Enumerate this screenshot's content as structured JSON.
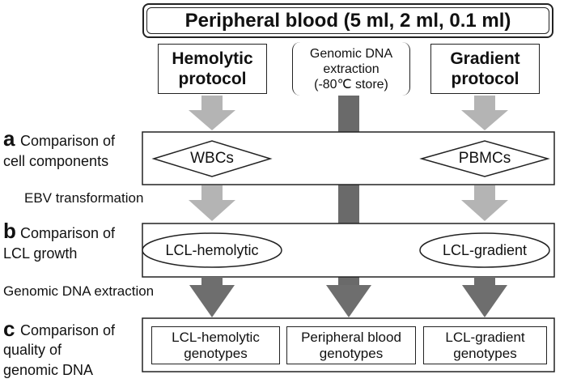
{
  "title": "Peripheral blood (5 ml, 2 ml, 0.1 ml)",
  "protocols": {
    "hemolytic": [
      "Hemolytic",
      "protocol"
    ],
    "genomic": [
      "Genomic DNA",
      "extraction",
      "(-80℃ store)"
    ],
    "gradient": [
      "Gradient",
      "protocol"
    ]
  },
  "sections": {
    "a": {
      "letter": "a",
      "lines": [
        "Comparison of",
        "cell components"
      ]
    },
    "b": {
      "letter": "b",
      "lines": [
        "Comparison of",
        "LCL growth"
      ]
    },
    "c": {
      "letter": "c",
      "lines": [
        "Comparison of",
        "quality of",
        "genomic DNA"
      ]
    }
  },
  "cells": {
    "left": "WBCs",
    "right": "PBMCs"
  },
  "steps": {
    "ebv": "EBV transformation",
    "dna": "Genomic DNA extraction"
  },
  "lcl": {
    "left": "LCL-hemolytic",
    "right": "LCL-gradient"
  },
  "genotypes": {
    "left": [
      "LCL-hemolytic",
      "genotypes"
    ],
    "middle": [
      "Peripheral blood",
      "genotypes"
    ],
    "right": [
      "LCL-gradient",
      "genotypes"
    ]
  },
  "colors": {
    "light_arrow": "#b4b4b4",
    "dark_arrow": "#6e6e6e",
    "mid_bar": "#6a6a6a",
    "stroke": "#222222"
  }
}
